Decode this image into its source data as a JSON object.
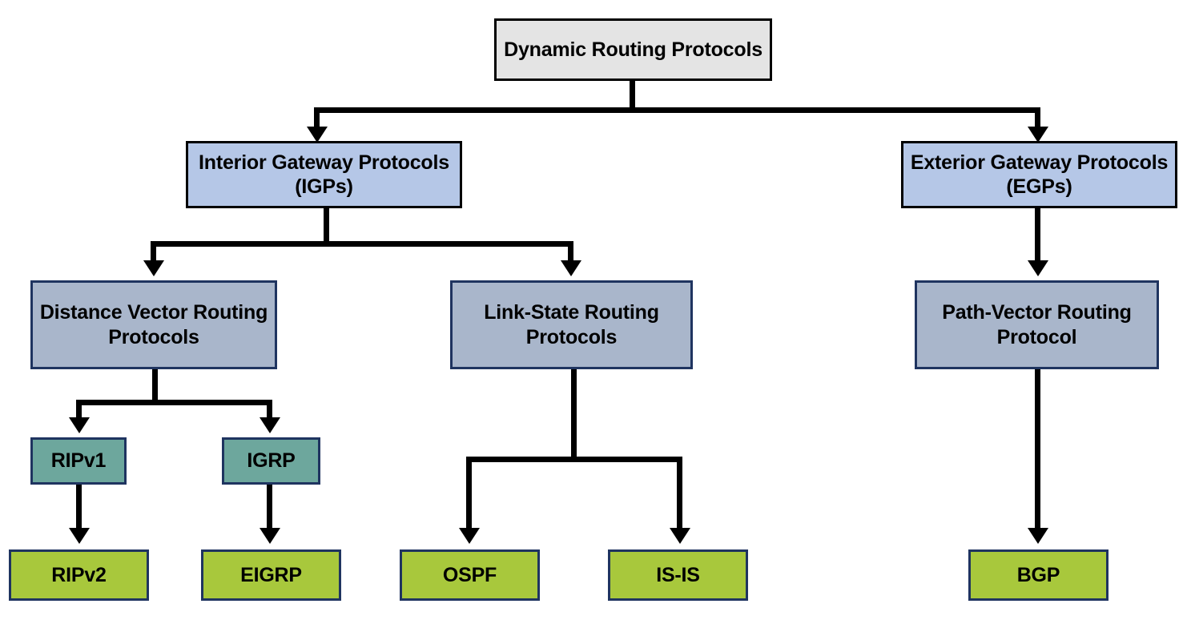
{
  "diagram": {
    "title": "Dynamic Routing Protocols",
    "type": "hierarchy-tree",
    "nodes": {
      "root": {
        "label": "Dynamic Routing Protocols",
        "fill": "#e4e4e4",
        "border": "#000000"
      },
      "igp": {
        "label": "Interior Gateway Protocols (IGPs)",
        "fill": "#b5c7e7",
        "border": "#000000"
      },
      "egp": {
        "label": "Exterior Gateway Protocols (EGPs)",
        "fill": "#b5c7e7",
        "border": "#000000"
      },
      "distance_vector": {
        "label": "Distance Vector Routing Protocols",
        "fill": "#a9b6cb",
        "border": "#1f3460"
      },
      "link_state": {
        "label": "Link-State Routing Protocols",
        "fill": "#a9b6cb",
        "border": "#1f3460"
      },
      "path_vector": {
        "label": "Path-Vector Routing Protocol",
        "fill": "#a9b6cb",
        "border": "#1f3460"
      },
      "ripv1": {
        "label": "RIPv1",
        "fill": "#6da79d",
        "border": "#1f3460"
      },
      "igrp": {
        "label": "IGRP",
        "fill": "#6da79d",
        "border": "#1f3460"
      },
      "ripv2": {
        "label": "RIPv2",
        "fill": "#a8c83c",
        "border": "#1f3460"
      },
      "eigrp": {
        "label": "EIGRP",
        "fill": "#a8c83c",
        "border": "#1f3460"
      },
      "ospf": {
        "label": "OSPF",
        "fill": "#a8c83c",
        "border": "#1f3460"
      },
      "isis": {
        "label": "IS-IS",
        "fill": "#a8c83c",
        "border": "#1f3460"
      },
      "bgp": {
        "label": "BGP",
        "fill": "#a8c83c",
        "border": "#1f3460"
      }
    },
    "edges": [
      {
        "from": "root",
        "to": "igp"
      },
      {
        "from": "root",
        "to": "egp"
      },
      {
        "from": "igp",
        "to": "distance_vector"
      },
      {
        "from": "igp",
        "to": "link_state"
      },
      {
        "from": "egp",
        "to": "path_vector"
      },
      {
        "from": "distance_vector",
        "to": "ripv1"
      },
      {
        "from": "distance_vector",
        "to": "igrp"
      },
      {
        "from": "link_state",
        "to": "ospf"
      },
      {
        "from": "link_state",
        "to": "isis"
      },
      {
        "from": "path_vector",
        "to": "bgp"
      },
      {
        "from": "ripv1",
        "to": "ripv2"
      },
      {
        "from": "igrp",
        "to": "eigrp"
      }
    ]
  }
}
